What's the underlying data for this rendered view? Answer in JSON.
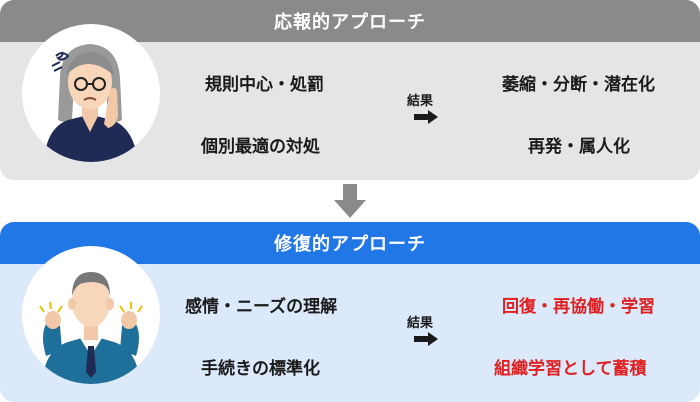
{
  "reactive": {
    "title": "応報的アプローチ",
    "left_items": [
      "規則中心・処罰",
      "個別最適の対処"
    ],
    "result_label": "結果",
    "right_items": [
      "萎縮・分断・潜在化",
      "再発・属人化"
    ]
  },
  "restorative": {
    "title": "修復的アプローチ",
    "left_items": [
      "感情・ニーズの理解",
      "手続きの標準化"
    ],
    "result_label": "結果",
    "right_items": [
      "回復・再協働・学習",
      "組織学習として蓄積"
    ]
  },
  "colors": {
    "reactive_header": "#8a8a8a",
    "reactive_bg": "#e5e5e5",
    "restorative_header": "#2277e6",
    "restorative_bg": "#dbe9fb",
    "highlight_red": "#e02020",
    "suit_navy": "#1f2b55",
    "suit_teal": "#1e6f9a"
  },
  "icons": {
    "transition": "down-arrow-icon",
    "result": "right-arrow-icon",
    "worried_person": "worried-woman-icon",
    "happy_person": "happy-man-icon"
  }
}
